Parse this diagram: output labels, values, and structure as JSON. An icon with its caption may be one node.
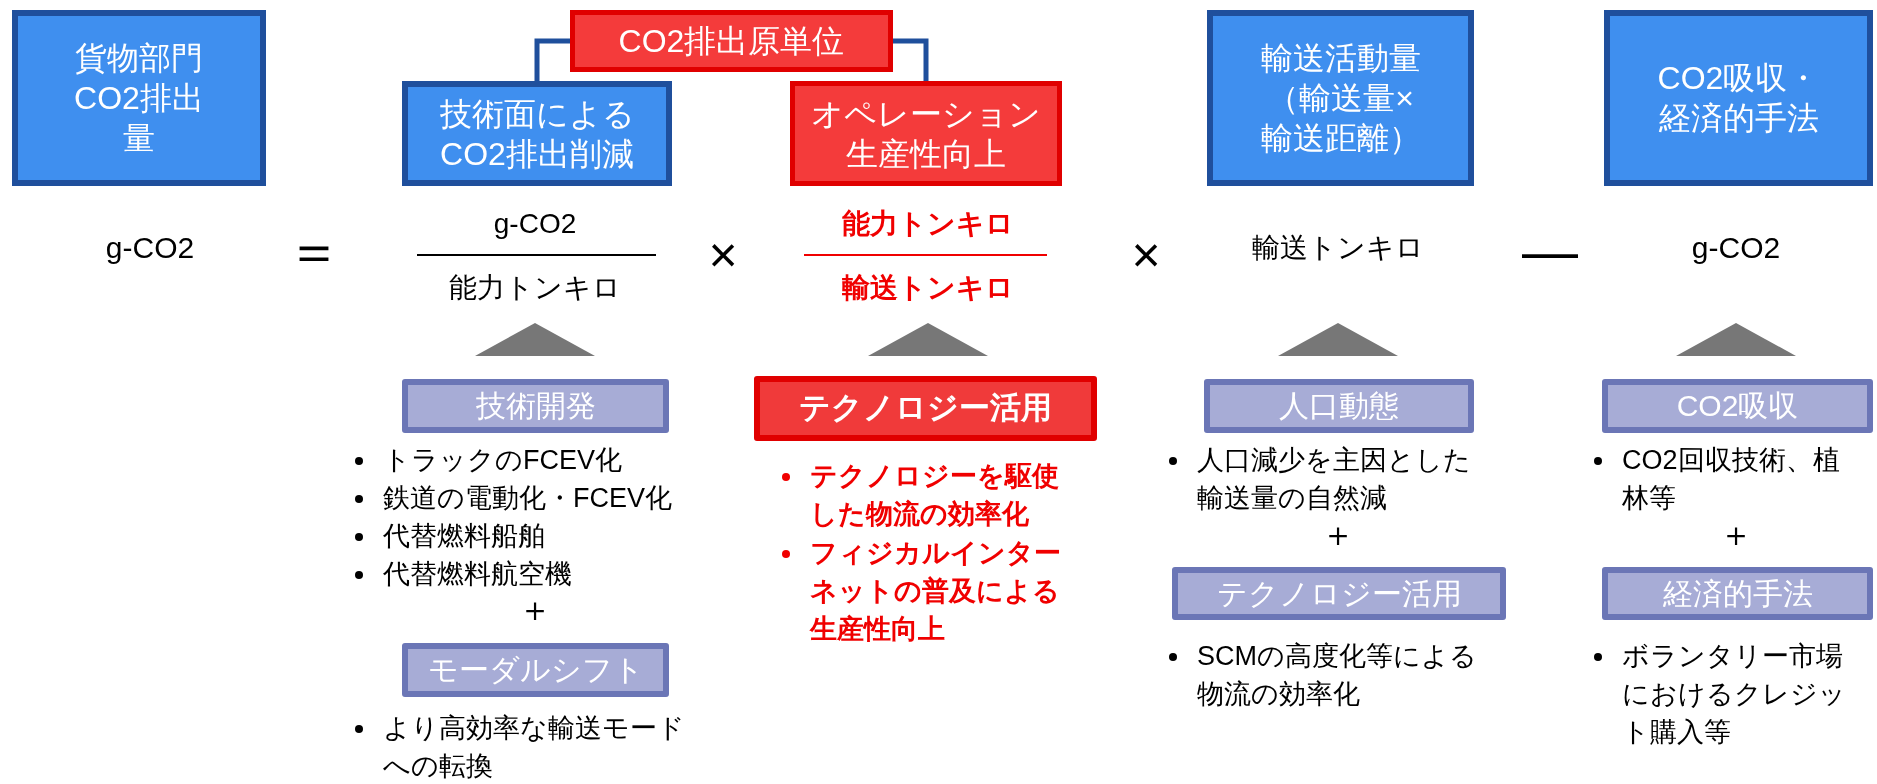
{
  "diagram": {
    "nodes": [
      {
        "text": [
          "貨物部門CO2排出量"
        ]
      },
      {
        "text": [
          "CO2排出原単位"
        ]
      },
      {
        "text": [
          "技術面によるCO2排出削減"
        ]
      },
      {
        "text": [
          "オペレーション生産性向上"
        ]
      },
      {
        "text": [
          "輸送活動量（輸送量×輸送距離）"
        ]
      },
      {
        "text": [
          "CO2吸収・経済的手法"
        ]
      },
      {
        "text": [
          "技術開発"
        ]
      },
      {
        "text": [
          "モーダルシフト"
        ]
      },
      {
        "text": [
          "テクノロジー活用"
        ]
      },
      {
        "text": [
          "人口動態"
        ]
      },
      {
        "text": [
          "テクノロジー活用"
        ]
      },
      {
        "text": [
          "CO2吸収"
        ]
      },
      {
        "text": [
          "経済的手法"
        ]
      },
      {
        "text": [],
        "shape": "triangle"
      },
      {
        "text": [],
        "shape": "triangle"
      },
      {
        "text": [],
        "shape": "triangle"
      },
      {
        "text": [],
        "shape": "triangle"
      }
    ],
    "edges": [
      {
        "from": 1,
        "to": 2,
        "arrow": "none"
      },
      {
        "from": 1,
        "to": 3,
        "arrow": "none"
      }
    ],
    "labels": [
      "g-CO2",
      "＝",
      "g-CO2",
      "能力トンキロ",
      "×",
      "能力トンキロ",
      "輸送トンキロ",
      "×",
      "輸送トンキロ",
      "—",
      "g-CO2",
      "トラックのFCEV化",
      "鉄道の電動化・FCEV化",
      "代替燃料船舶",
      "代替燃料航空機",
      "＋",
      "より高効率な輸送モードへの転換",
      "テクノロジーを駆使した物流の効率化",
      "フィジカルインターネットの普及による生産性向上",
      "人口減少を主因とした輸送量の自然減",
      "＋",
      "SCMの高度化等による物流の効率化",
      "CO2回収技術、植林等",
      "＋",
      "ボランタリー市場におけるクレジット購入等"
    ]
  }
}
